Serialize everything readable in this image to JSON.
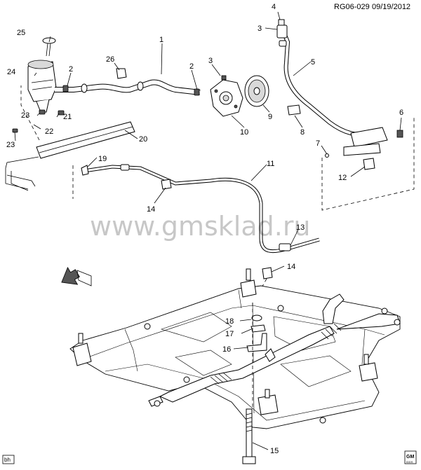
{
  "header": {
    "code": "RG06-029",
    "date": "09/19/2012"
  },
  "watermark": "www.gmsklad.ru",
  "corner_tag": "bh",
  "logo": {
    "top": "GM",
    "bottom": "IDDS"
  },
  "callouts": {
    "c1": "1",
    "c2a": "2",
    "c2b": "2",
    "c3a": "3",
    "c3b": "3",
    "c4": "4",
    "c5": "5",
    "c6": "6",
    "c7": "7",
    "c8": "8",
    "c9": "9",
    "c10": "10",
    "c11": "11",
    "c12": "12",
    "c13": "13",
    "c14a": "14",
    "c14b": "14",
    "c15": "15",
    "c16": "16",
    "c17": "17",
    "c18": "18",
    "c19": "19",
    "c20": "20",
    "c21": "21",
    "c22": "22",
    "c23a": "23",
    "c23b": "23",
    "c24": "24",
    "c25": "25",
    "c26": "26"
  }
}
